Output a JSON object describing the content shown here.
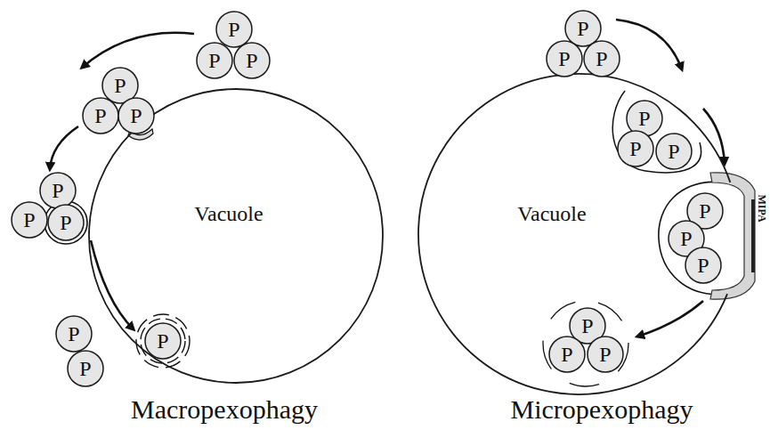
{
  "diagram": {
    "nodes": [
      {
        "text": [
          "Vacuole"
        ]
      },
      {
        "text": [
          "P"
        ]
      },
      {
        "text": [
          "P"
        ]
      },
      {
        "text": [
          "P"
        ]
      },
      {
        "text": [
          "P"
        ]
      },
      {
        "text": [
          "P"
        ]
      },
      {
        "text": [
          "P"
        ]
      },
      {
        "text": [
          "P"
        ]
      },
      {
        "text": [
          "P"
        ]
      },
      {
        "text": [
          "P"
        ]
      },
      {
        "text": [
          "P"
        ],
        "in": 0
      },
      {
        "text": [
          "P"
        ]
      },
      {
        "text": [
          "P"
        ]
      },
      {
        "text": [
          "Vacuole"
        ]
      },
      {
        "text": [
          "P"
        ]
      },
      {
        "text": [
          "P"
        ]
      },
      {
        "text": [
          "P"
        ]
      },
      {
        "text": [
          "P"
        ]
      },
      {
        "text": [
          "P"
        ]
      },
      {
        "text": [
          "P"
        ]
      },
      {
        "text": [
          "P"
        ]
      },
      {
        "text": [
          "P"
        ]
      },
      {
        "text": [
          "P"
        ]
      },
      {
        "text": [
          "P"
        ],
        "in": 13
      },
      {
        "text": [
          "P"
        ],
        "in": 13
      },
      {
        "text": [
          "P"
        ],
        "in": 13
      }
    ],
    "labels": [
      "MIPA",
      "Macropexophagy",
      "Micropexophagy"
    ]
  }
}
